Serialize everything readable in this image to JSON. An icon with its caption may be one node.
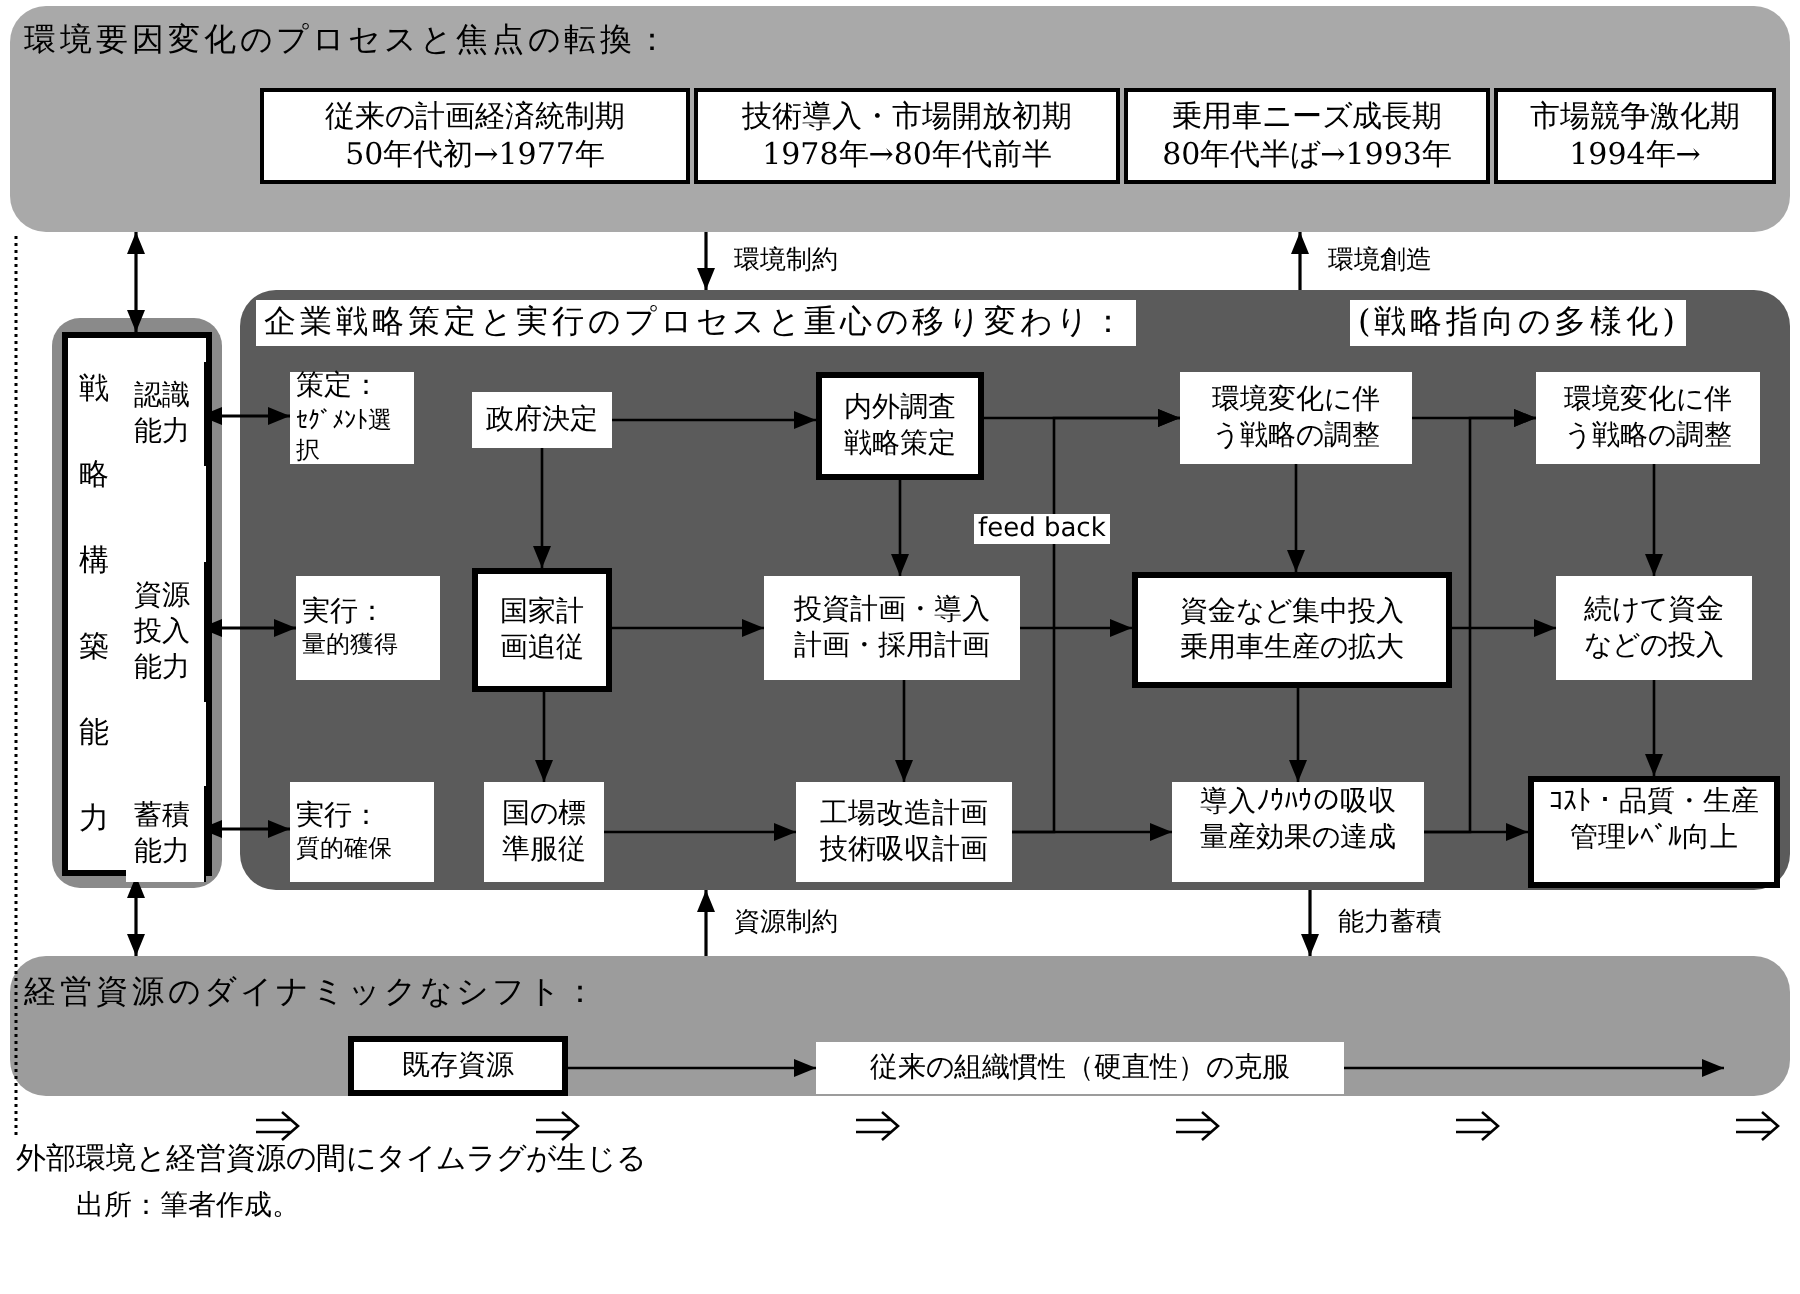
{
  "diagram": {
    "caption": "出所：筆者作成。",
    "nodes": [
      {
        "text": [
          "環境要因変化のプロセスと焦点の転換："
        ]
      },
      {
        "text": [
          "従来の計画経済統制期",
          "50年代初→1977年"
        ],
        "in": 0
      },
      {
        "text": [
          "技術導入・市場開放初期",
          "1978年→80年代前半"
        ],
        "in": 0
      },
      {
        "text": [
          "乗用車ニーズ成長期",
          "80年代半ば→1993年"
        ],
        "in": 0
      },
      {
        "text": [
          "市場競争激化期",
          "1994年→"
        ],
        "in": 0
      },
      {
        "text": [
          "戦略構築能力"
        ]
      },
      {
        "text": [
          "認識能力"
        ],
        "in": 5
      },
      {
        "text": [
          "資源投入能力"
        ],
        "in": 5
      },
      {
        "text": [
          "蓄積能力"
        ],
        "in": 5
      },
      {
        "text": [
          "企業戦略策定と実行のプロセスと重心の移り変わり：",
          "(戦略指向の多様化)"
        ]
      },
      {
        "text": [
          "策定：",
          "ｾｸﾞﾒﾝﾄ選択"
        ],
        "in": 9
      },
      {
        "text": [
          "政府決定"
        ],
        "in": 9
      },
      {
        "text": [
          "内外調査戦略策定"
        ],
        "in": 9
      },
      {
        "text": [
          "環境変化に伴う戦略の調整"
        ],
        "in": 9
      },
      {
        "text": [
          "環境変化に伴う戦略の調整"
        ],
        "in": 9
      },
      {
        "text": [
          "実行：",
          "量的獲得"
        ],
        "in": 9
      },
      {
        "text": [
          "国家計画追従"
        ],
        "in": 9
      },
      {
        "text": [
          "投資計画・導入計画・採用計画"
        ],
        "in": 9
      },
      {
        "text": [
          "資金など集中投入乗用車生産の拡大"
        ],
        "in": 9
      },
      {
        "text": [
          "続けて資金などの投入"
        ],
        "in": 9
      },
      {
        "text": [
          "実行：",
          "質的確保"
        ],
        "in": 9
      },
      {
        "text": [
          "国の標準服従"
        ],
        "in": 9
      },
      {
        "text": [
          "工場改造計画技術吸収計画"
        ],
        "in": 9
      },
      {
        "text": [
          "導入ﾉｳﾊｳの吸収量産効果の達成"
        ],
        "in": 9
      },
      {
        "text": [
          "ｺｽﾄ・品質・生産管理ﾚﾍﾞﾙ向上"
        ],
        "in": 9
      },
      {
        "text": [
          "経営資源のダイナミックなシフト："
        ]
      },
      {
        "text": [
          "既存資源"
        ],
        "in": 25
      },
      {
        "text": [
          "従来の組織慣性（硬直性）の克服"
        ],
        "in": 25
      }
    ],
    "edges": [
      {
        "from": 0,
        "to": 5,
        "arrow": "both"
      },
      {
        "from": 5,
        "to": 25,
        "arrow": "both"
      },
      {
        "from": 0,
        "to": 9,
        "arrow": "to",
        "label": "環境制約"
      },
      {
        "from": 9,
        "to": 0,
        "arrow": "to",
        "label": "環境創造"
      },
      {
        "from": 25,
        "to": 9,
        "arrow": "to",
        "label": "資源制約"
      },
      {
        "from": 9,
        "to": 25,
        "arrow": "to",
        "label": "能力蓄積"
      },
      {
        "from": 6,
        "to": 10,
        "arrow": "both"
      },
      {
        "from": 7,
        "to": 15,
        "arrow": "both"
      },
      {
        "from": 8,
        "to": 20,
        "arrow": "both"
      },
      {
        "from": 11,
        "to": 12,
        "arrow": "to"
      },
      {
        "from": 11,
        "to": 16,
        "arrow": "to"
      },
      {
        "from": 16,
        "to": 17,
        "arrow": "to"
      },
      {
        "from": 16,
        "to": 21,
        "arrow": "to"
      },
      {
        "from": 21,
        "to": 22,
        "arrow": "to"
      },
      {
        "from": 12,
        "to": 13,
        "arrow": "to"
      },
      {
        "from": 12,
        "to": 17,
        "arrow": "to"
      },
      {
        "from": 17,
        "to": 18,
        "arrow": "to"
      },
      {
        "from": 17,
        "to": 22,
        "arrow": "to"
      },
      {
        "from": 22,
        "to": 23,
        "arrow": "to"
      },
      {
        "from": 22,
        "to": 13,
        "arrow": "to",
        "label": "feed back"
      },
      {
        "from": 13,
        "to": 14,
        "arrow": "to"
      },
      {
        "from": 13,
        "to": 18,
        "arrow": "to"
      },
      {
        "from": 18,
        "to": 19,
        "arrow": "to"
      },
      {
        "from": 18,
        "to": 23,
        "arrow": "to"
      },
      {
        "from": 23,
        "to": 24,
        "arrow": "to"
      },
      {
        "from": 23,
        "to": 14,
        "arrow": "to"
      },
      {
        "from": 14,
        "to": 19,
        "arrow": "to"
      },
      {
        "from": 19,
        "to": 24,
        "arrow": "to"
      },
      {
        "from": 26,
        "to": 27,
        "arrow": "to"
      },
      {
        "from": 27,
        "to": null,
        "arrow": "to"
      }
    ],
    "labels": [
      "外部環境と経営資源の間にタイムラグが生じる"
    ]
  }
}
